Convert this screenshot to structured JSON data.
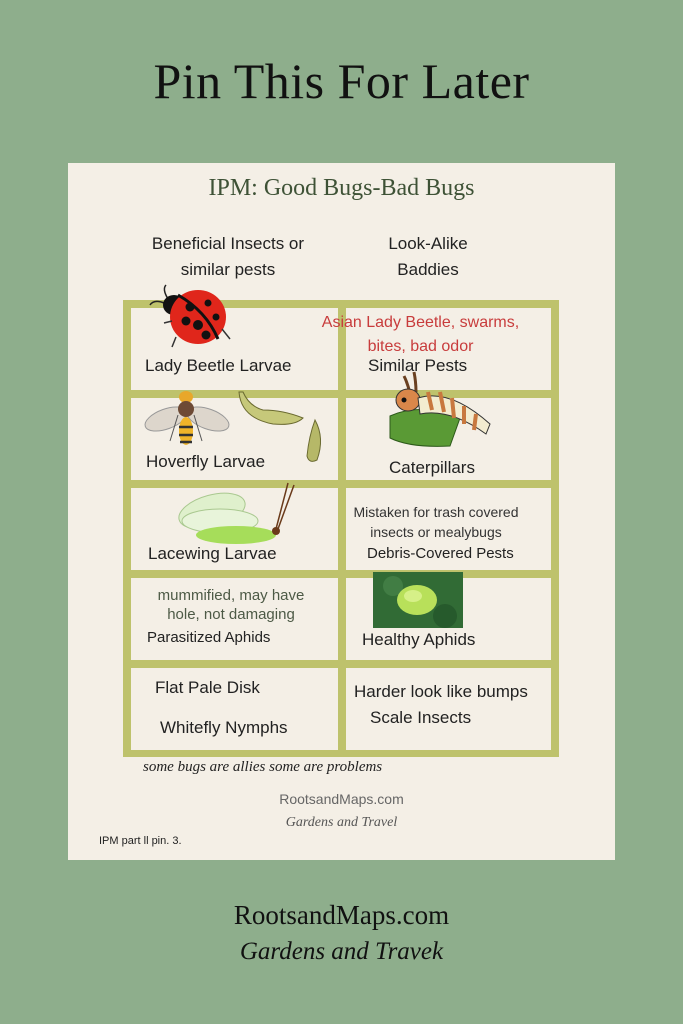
{
  "header": {
    "title": "Pin This For Later"
  },
  "card": {
    "title": "IPM: Good Bugs-Bad Bugs",
    "columns": {
      "left": [
        "Beneficial Insects or",
        "similar pests"
      ],
      "right": [
        "Look-Alike",
        "Baddies"
      ]
    },
    "rows": [
      {
        "good": {
          "label": "Lady Beetle Larvae",
          "image": "ladybug-icon"
        },
        "bad": {
          "label": "Similar Pests",
          "note": [
            "Asian Lady Beetle, swarms,",
            "bites, bad odor"
          ],
          "note_color": "#c83c3c"
        }
      },
      {
        "good": {
          "label": "Hoverfly Larvae",
          "image": "hoverfly-icon"
        },
        "bad": {
          "label": "Caterpillars",
          "image": "caterpillar-icon"
        }
      },
      {
        "good": {
          "label": "Lacewing Larvae",
          "image": "lacewing-icon"
        },
        "bad": {
          "label": "Debris-Covered Pests",
          "note": [
            "Mistaken for trash covered",
            "insects or mealybugs"
          ]
        }
      },
      {
        "good": {
          "label": "Parasitized Aphids",
          "note": [
            "mummified, may have",
            "hole, not damaging"
          ]
        },
        "bad": {
          "label": "Healthy Aphids",
          "image": "aphid-photo"
        }
      },
      {
        "good": {
          "label": "Whitefly Nymphs",
          "note": [
            "Flat Pale Disk"
          ]
        },
        "bad": {
          "label": "Scale Insects",
          "note": [
            "Harder look like bumps"
          ]
        }
      }
    ],
    "tagline": "some bugs are allies some are problems",
    "site": "RootsandMaps.com",
    "subtitle": "Gardens and Travel",
    "pin_note": "IPM part ll pin. 3."
  },
  "footer": {
    "site": "RootsandMaps.com",
    "subtitle": "Gardens and Travek"
  },
  "colors": {
    "background": "#8eae8c",
    "card": "#f4efe6",
    "grid": "#bec26c",
    "title_green": "#3e5236",
    "warning_red": "#c83c3c"
  }
}
